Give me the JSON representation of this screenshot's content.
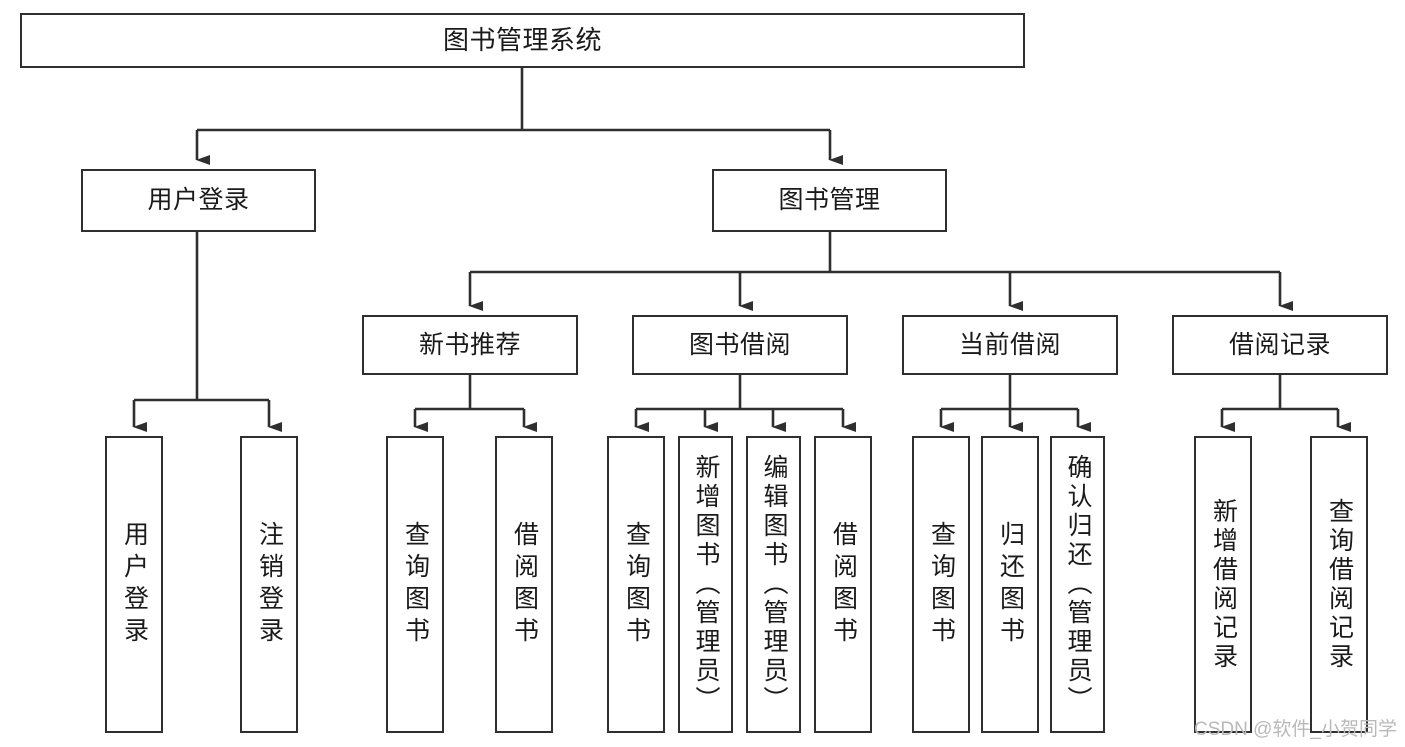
{
  "diagram": {
    "type": "tree-hierarchy-chart",
    "title": "图书管理系统",
    "line_color": "#2f2f2f",
    "box_fill": "#ffffff",
    "text_color": "#1a1a1a",
    "nodes": {
      "root": {
        "label": "图书管理系统"
      },
      "level2": [
        {
          "label": "用户登录"
        },
        {
          "label": "图书管理"
        }
      ],
      "level3": [
        {
          "label": "新书推荐"
        },
        {
          "label": "图书借阅"
        },
        {
          "label": "当前借阅"
        },
        {
          "label": "借阅记录"
        }
      ],
      "leaves": [
        {
          "label": "用户登录"
        },
        {
          "label": "注销登录"
        },
        {
          "label": "查询图书"
        },
        {
          "label": "借阅图书"
        },
        {
          "label": "查询图书"
        },
        {
          "label": "新增图书（管理员）"
        },
        {
          "label": "编辑图书（管理员）"
        },
        {
          "label": "借阅图书"
        },
        {
          "label": "查询图书"
        },
        {
          "label": "归还图书"
        },
        {
          "label": "确认归还（管理员）"
        },
        {
          "label": "新增借阅记录"
        },
        {
          "label": "查询借阅记录"
        }
      ]
    }
  },
  "watermark": {
    "text": "CSDN @软件_小贺同学"
  }
}
